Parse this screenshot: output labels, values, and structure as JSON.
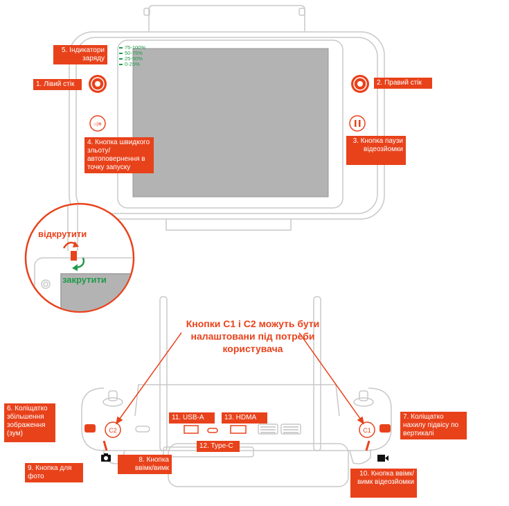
{
  "labels": {
    "left_stick": "1. Лівий стік",
    "right_stick": "2. Правий стік",
    "pause": "3. Кнопка паузи відеозйомки",
    "rth": "4. Кнопка швидкого зльоту/ автоповернення в точку запуску",
    "battery": "5. Індикатори заряду",
    "zoom_wheel": "6. Коліщатко збільшення зображення (зум)",
    "tilt_wheel": "7. Коліщатко нахилу підвісу по вертикалі",
    "power": "8. Кнопка ввімк/вимк",
    "photo": "9. Кнопка для фото",
    "record": "10. Кнопка ввімк/ вимк відеозйомки",
    "usb_a": "11. USB-A",
    "type_c": "12. Type-C",
    "hdmi": "13. HDMA"
  },
  "battery_levels": [
    "75-100%",
    "50-75%",
    "25-50%",
    "0-25%"
  ],
  "unscrew": "відкрутити",
  "screw": "закрутити",
  "note": "Кнопки C1 і C2 можуть бути налаштовани під потреби користувача",
  "c1": "C1",
  "c2": "C2",
  "colors": {
    "accent": "#e8421b",
    "green": "#1f9a4a",
    "outline": "#c8c8c8",
    "screen": "#b3b3b3"
  }
}
